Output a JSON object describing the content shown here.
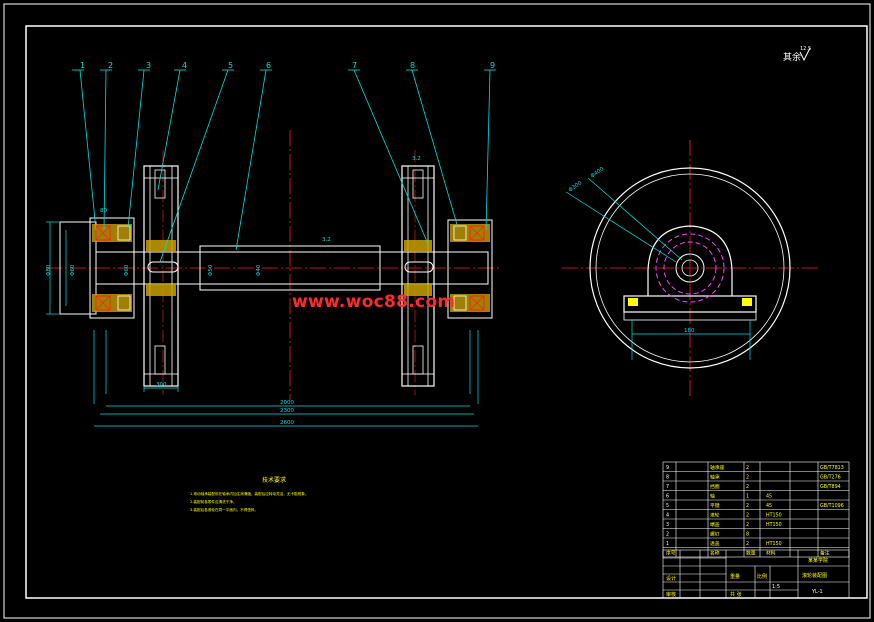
{
  "roughness_note": "其余",
  "roughness_value": "12.5",
  "part_balloons": [
    "1",
    "2",
    "3",
    "4",
    "5",
    "6",
    "7",
    "8",
    "9"
  ],
  "front_view_dims": {
    "outer_dia": "Φ80",
    "inner_dia": "Φ60",
    "hub_dia_1": "Φ60",
    "hub_dia_2": "Φ50",
    "shaft_dia": "Φ40",
    "top_hub": "80",
    "roughness_mid": "3.2",
    "roughness_right": "3.2",
    "wheel_width": "300",
    "span_1": "2000",
    "span_2": "2300",
    "span_3": "2600"
  },
  "side_view_dims": {
    "dia_label_1": "Φ400",
    "dia_label_2": "Φ300",
    "base_width": "180"
  },
  "tech_req": {
    "title": "技术要求",
    "lines": [
      "1.滚动轴承装配前在轴承内加注润滑脂，装配后应转动灵活，无卡阻现象。",
      "2.装配前各零件应清洗干净。",
      "3.装配后各滚轮在同一平面内，不得歪斜。"
    ]
  },
  "bom": [
    {
      "no": "9",
      "name": "轴承座",
      "qty": "2",
      "mat": "",
      "note": "GB/T7813"
    },
    {
      "no": "8",
      "name": "轴承",
      "qty": "2",
      "mat": "",
      "note": "GB/T276"
    },
    {
      "no": "7",
      "name": "挡圈",
      "qty": "2",
      "mat": "",
      "note": "GB/T894"
    },
    {
      "no": "6",
      "name": "轴",
      "qty": "1",
      "mat": "45",
      "note": ""
    },
    {
      "no": "5",
      "name": "平键",
      "qty": "2",
      "mat": "45",
      "note": "GB/T1096"
    },
    {
      "no": "4",
      "name": "滚轮",
      "qty": "2",
      "mat": "HT150",
      "note": ""
    },
    {
      "no": "3",
      "name": "端盖",
      "qty": "2",
      "mat": "HT150",
      "note": ""
    },
    {
      "no": "2",
      "name": "螺钉",
      "qty": "8",
      "mat": "",
      "note": ""
    },
    {
      "no": "1",
      "name": "透盖",
      "qty": "2",
      "mat": "HT150",
      "note": ""
    }
  ],
  "bom_header": {
    "no": "序号",
    "name": "名称",
    "qty": "数量",
    "mat": "材料",
    "note": "备注"
  },
  "title_block": {
    "school": "某某学院",
    "drawing_name": "滚轮装配图",
    "drawing_no": "YL-1",
    "designer": "设计",
    "checker": "审核",
    "scale_label": "比例",
    "scale": "1:5",
    "sheet_label": "共 张",
    "weight_label": "重量"
  },
  "watermark": "www.woc88.com",
  "colors": {
    "frame": "#ffffff",
    "outline": "#ffffff",
    "dim": "#00e0e0",
    "center": "#ff2020",
    "hidden": "#ff40ff",
    "section": "#ffff00",
    "note": "#ffff00"
  }
}
